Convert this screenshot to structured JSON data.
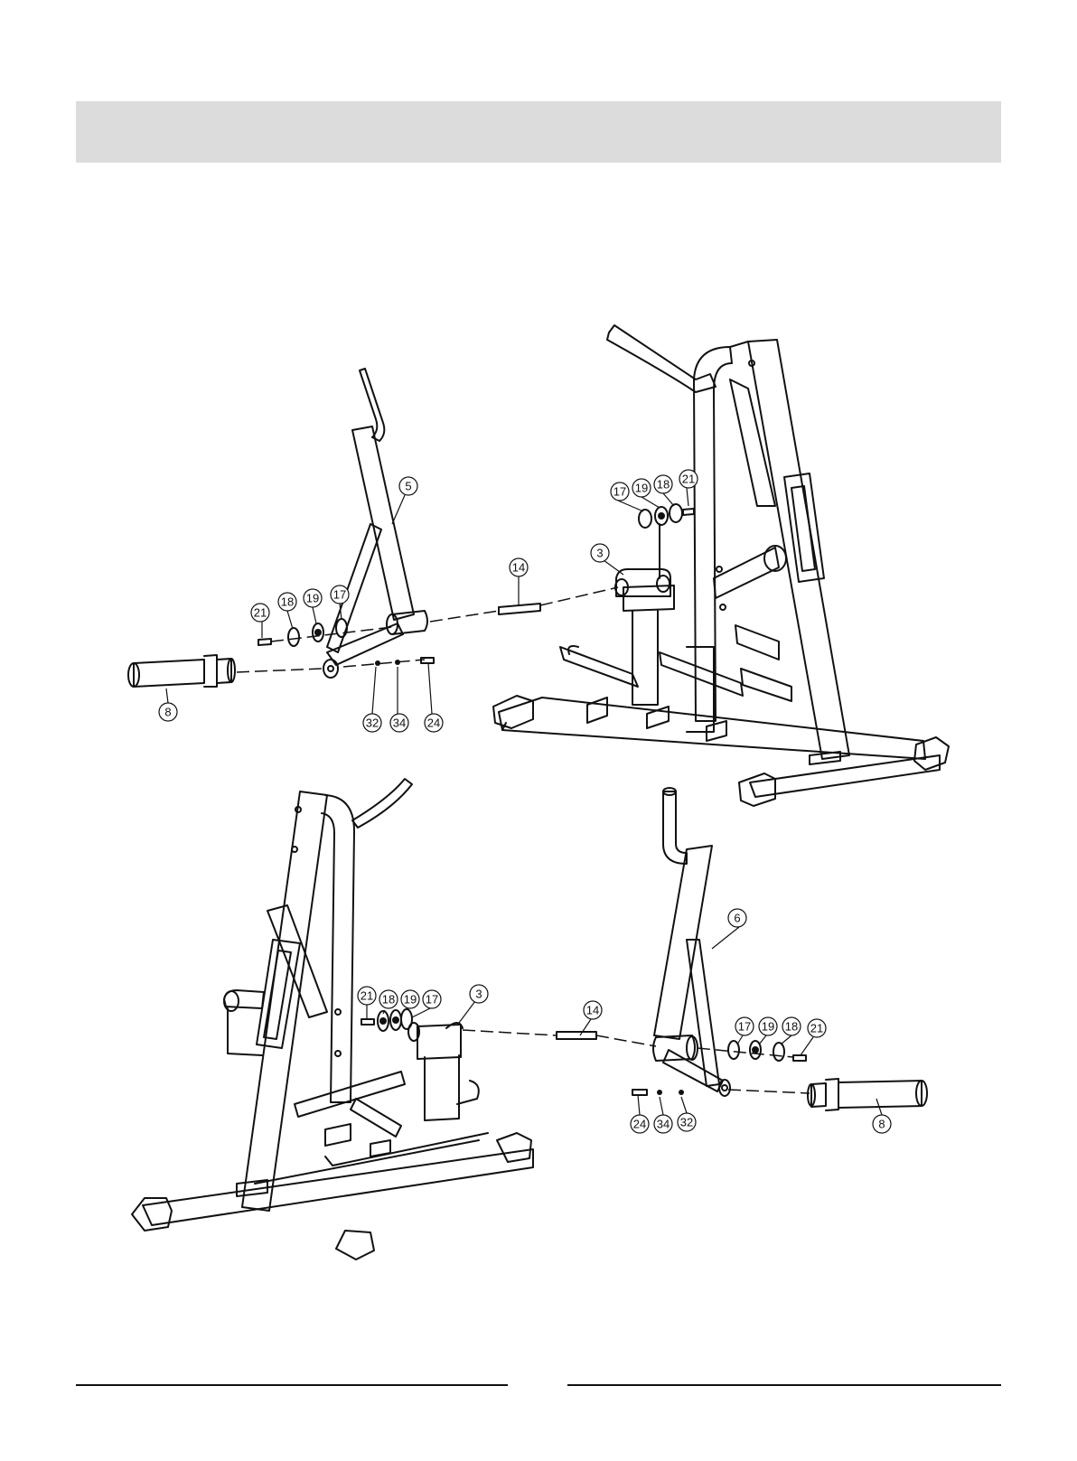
{
  "colors": {
    "ink": "#111111",
    "header_band": "#dcdcdc",
    "background": "#ffffff"
  },
  "callouts": {
    "tl": {
      "c5": "5",
      "c21": "21",
      "c18": "18",
      "c19": "19",
      "c17": "17",
      "c8": "8",
      "c32": "32",
      "c34": "34",
      "c24": "24"
    },
    "tr": {
      "c17": "17",
      "c19": "19",
      "c18": "18",
      "c21": "21",
      "c14": "14",
      "c3": "3"
    },
    "bl": {
      "c21": "21",
      "c18": "18",
      "c19": "19",
      "c17": "17",
      "c3": "3"
    },
    "br": {
      "c14": "14",
      "c6": "6",
      "c17": "17",
      "c19": "19",
      "c18": "18",
      "c21": "21",
      "c24": "24",
      "c34": "34",
      "c32": "32",
      "c8": "8"
    }
  }
}
